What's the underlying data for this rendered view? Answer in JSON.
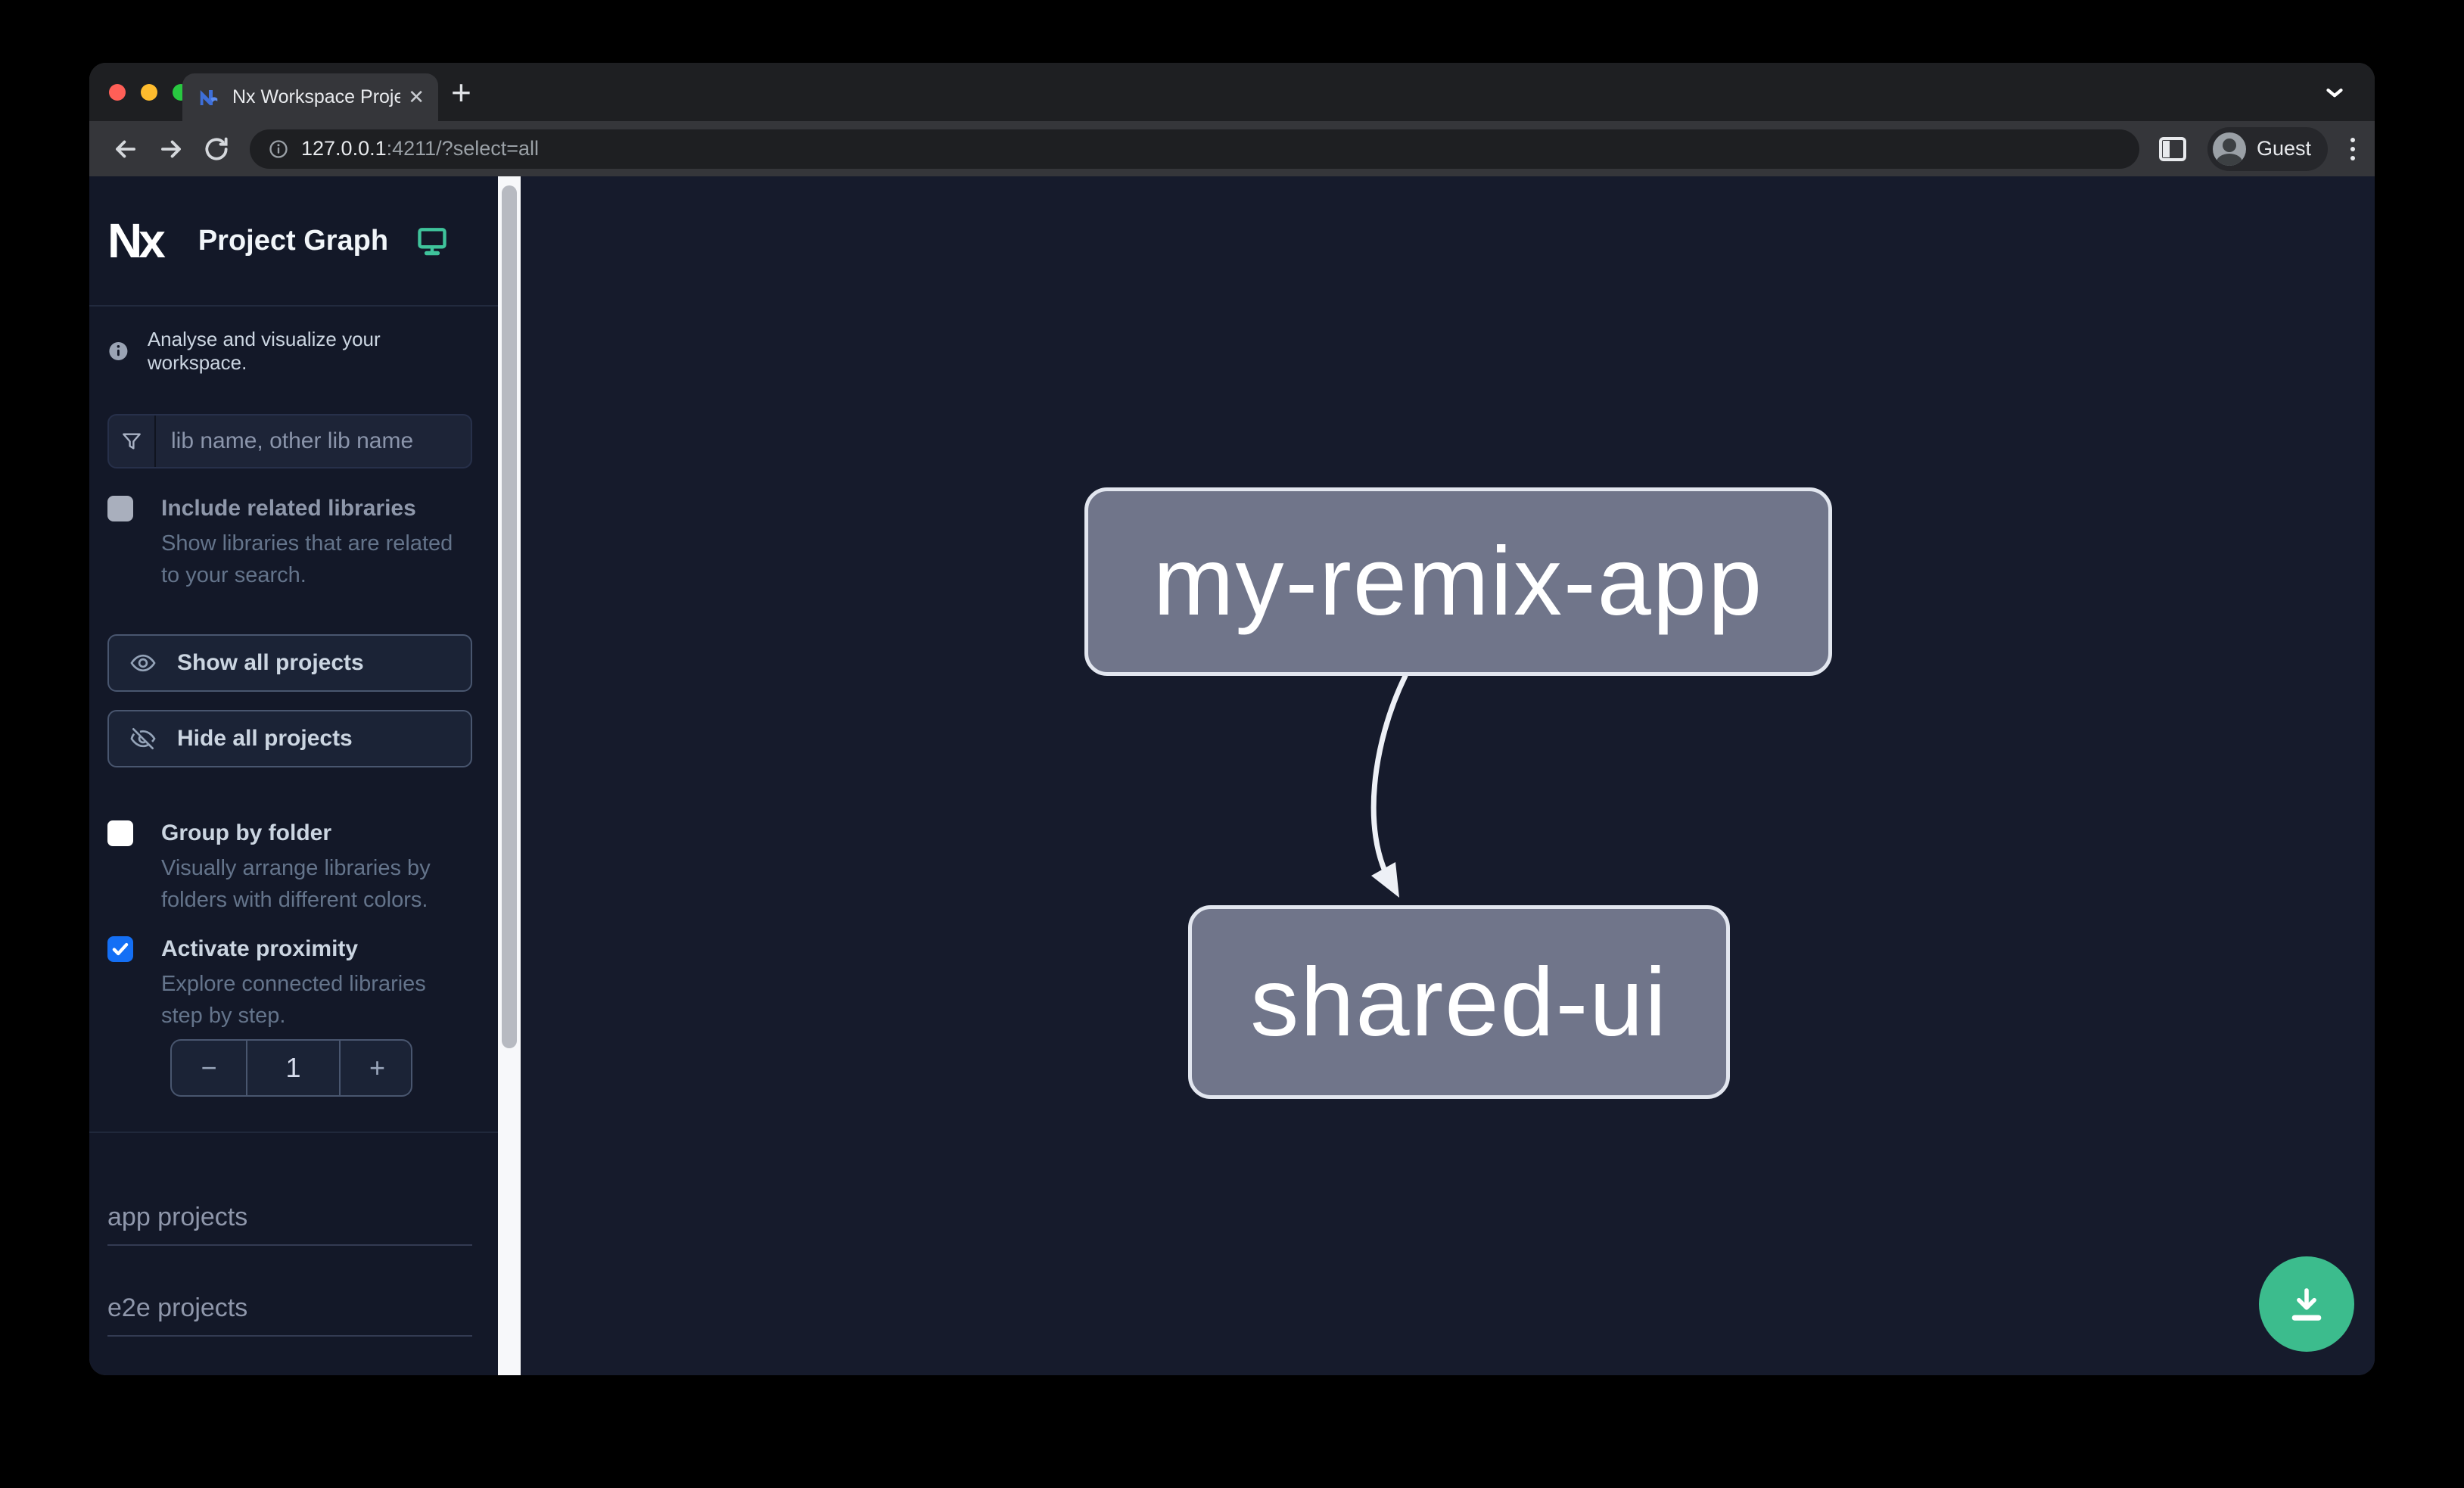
{
  "browser": {
    "tab": {
      "title": "Nx Workspace Project Graph",
      "close_glyph": "✕",
      "new_tab_glyph": "+"
    },
    "url": {
      "host": "127.0.0.1",
      "rest": ":4211/?select=all"
    },
    "profile_label": "Guest"
  },
  "sidebar": {
    "brand": "Nx",
    "title": "Project Graph",
    "tagline": "Analyse and visualize your workspace.",
    "filter_placeholder": "lib name, other lib name",
    "include_related": {
      "label": "Include related libraries",
      "description": "Show libraries that are related to your search.",
      "checked": false,
      "disabled": true
    },
    "show_all_label": "Show all projects",
    "hide_all_label": "Hide all projects",
    "group_by_folder": {
      "label": "Group by folder",
      "description": "Visually arrange libraries by folders with different colors.",
      "checked": false
    },
    "proximity": {
      "label": "Activate proximity",
      "description": "Explore connected libraries step by step.",
      "checked": true
    },
    "stepper": {
      "decrement": "−",
      "value": "1",
      "increment": "+"
    },
    "sections": [
      "app projects",
      "e2e projects"
    ]
  },
  "graph": {
    "nodes": [
      {
        "label": "my-remix-app"
      },
      {
        "label": "shared-ui"
      }
    ],
    "edge": {
      "from": "my-remix-app",
      "to": "shared-ui"
    }
  },
  "colors": {
    "accent_blue": "#146ff5",
    "fab_green": "#3cbc8d",
    "node_fill": "#70758a",
    "node_border": "#e2e6ef",
    "canvas_bg": "#161b2c",
    "sidebar_bg": "#131828",
    "monitor_icon_green": "#3fc39b"
  }
}
